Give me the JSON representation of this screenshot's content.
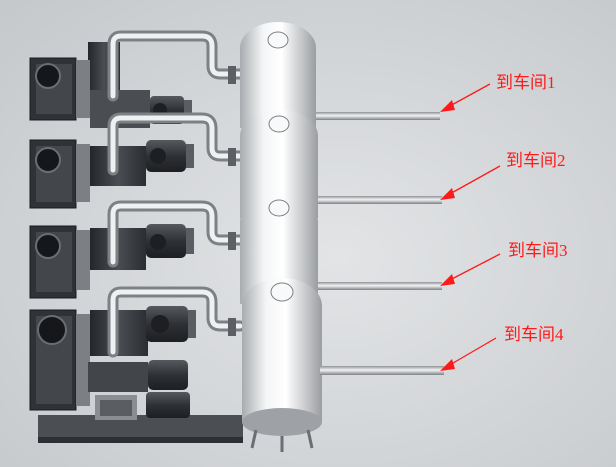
{
  "labels": [
    {
      "text": "到车间1"
    },
    {
      "text": "到车间2"
    },
    {
      "text": "到车间3"
    },
    {
      "text": "到车间4"
    }
  ],
  "colors": {
    "background": "#d4d7da",
    "annotation": "#ff1a1a",
    "tank": "#e8eaec",
    "machine": "#3a3d40",
    "pipe": "#d9dbdd"
  }
}
